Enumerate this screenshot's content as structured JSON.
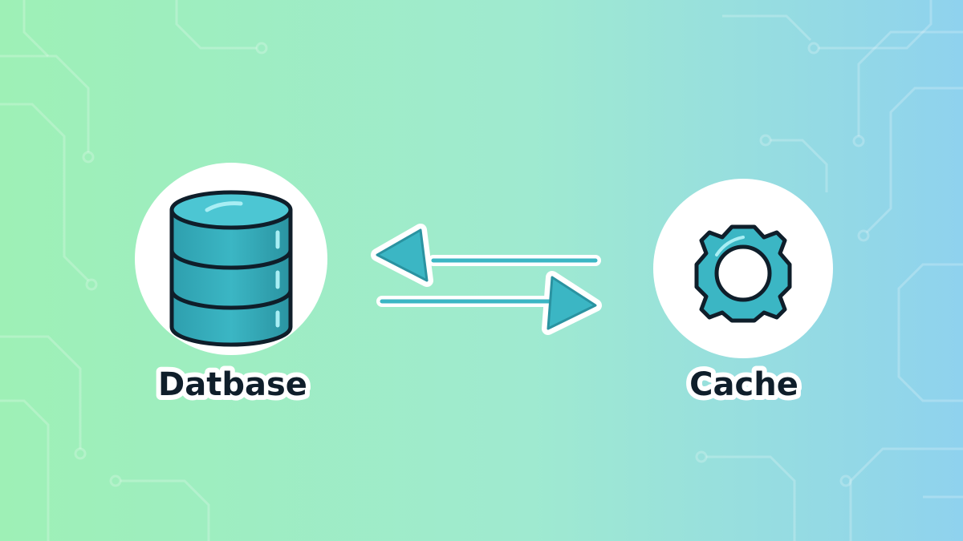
{
  "nodes": {
    "database": {
      "label": "Datbase",
      "icon": "database-icon"
    },
    "cache": {
      "label": "Cache",
      "icon": "gear-ring-icon"
    }
  },
  "arrows": [
    {
      "from": "cache",
      "to": "database",
      "direction": "left"
    },
    {
      "from": "database",
      "to": "cache",
      "direction": "right"
    }
  ],
  "colors": {
    "background_start": "#9ef0b6",
    "background_end": "#8fd2ee",
    "accent": "#3bb6c4",
    "outline": "#0f1e2a",
    "circuit_lines": "#ffffff"
  }
}
